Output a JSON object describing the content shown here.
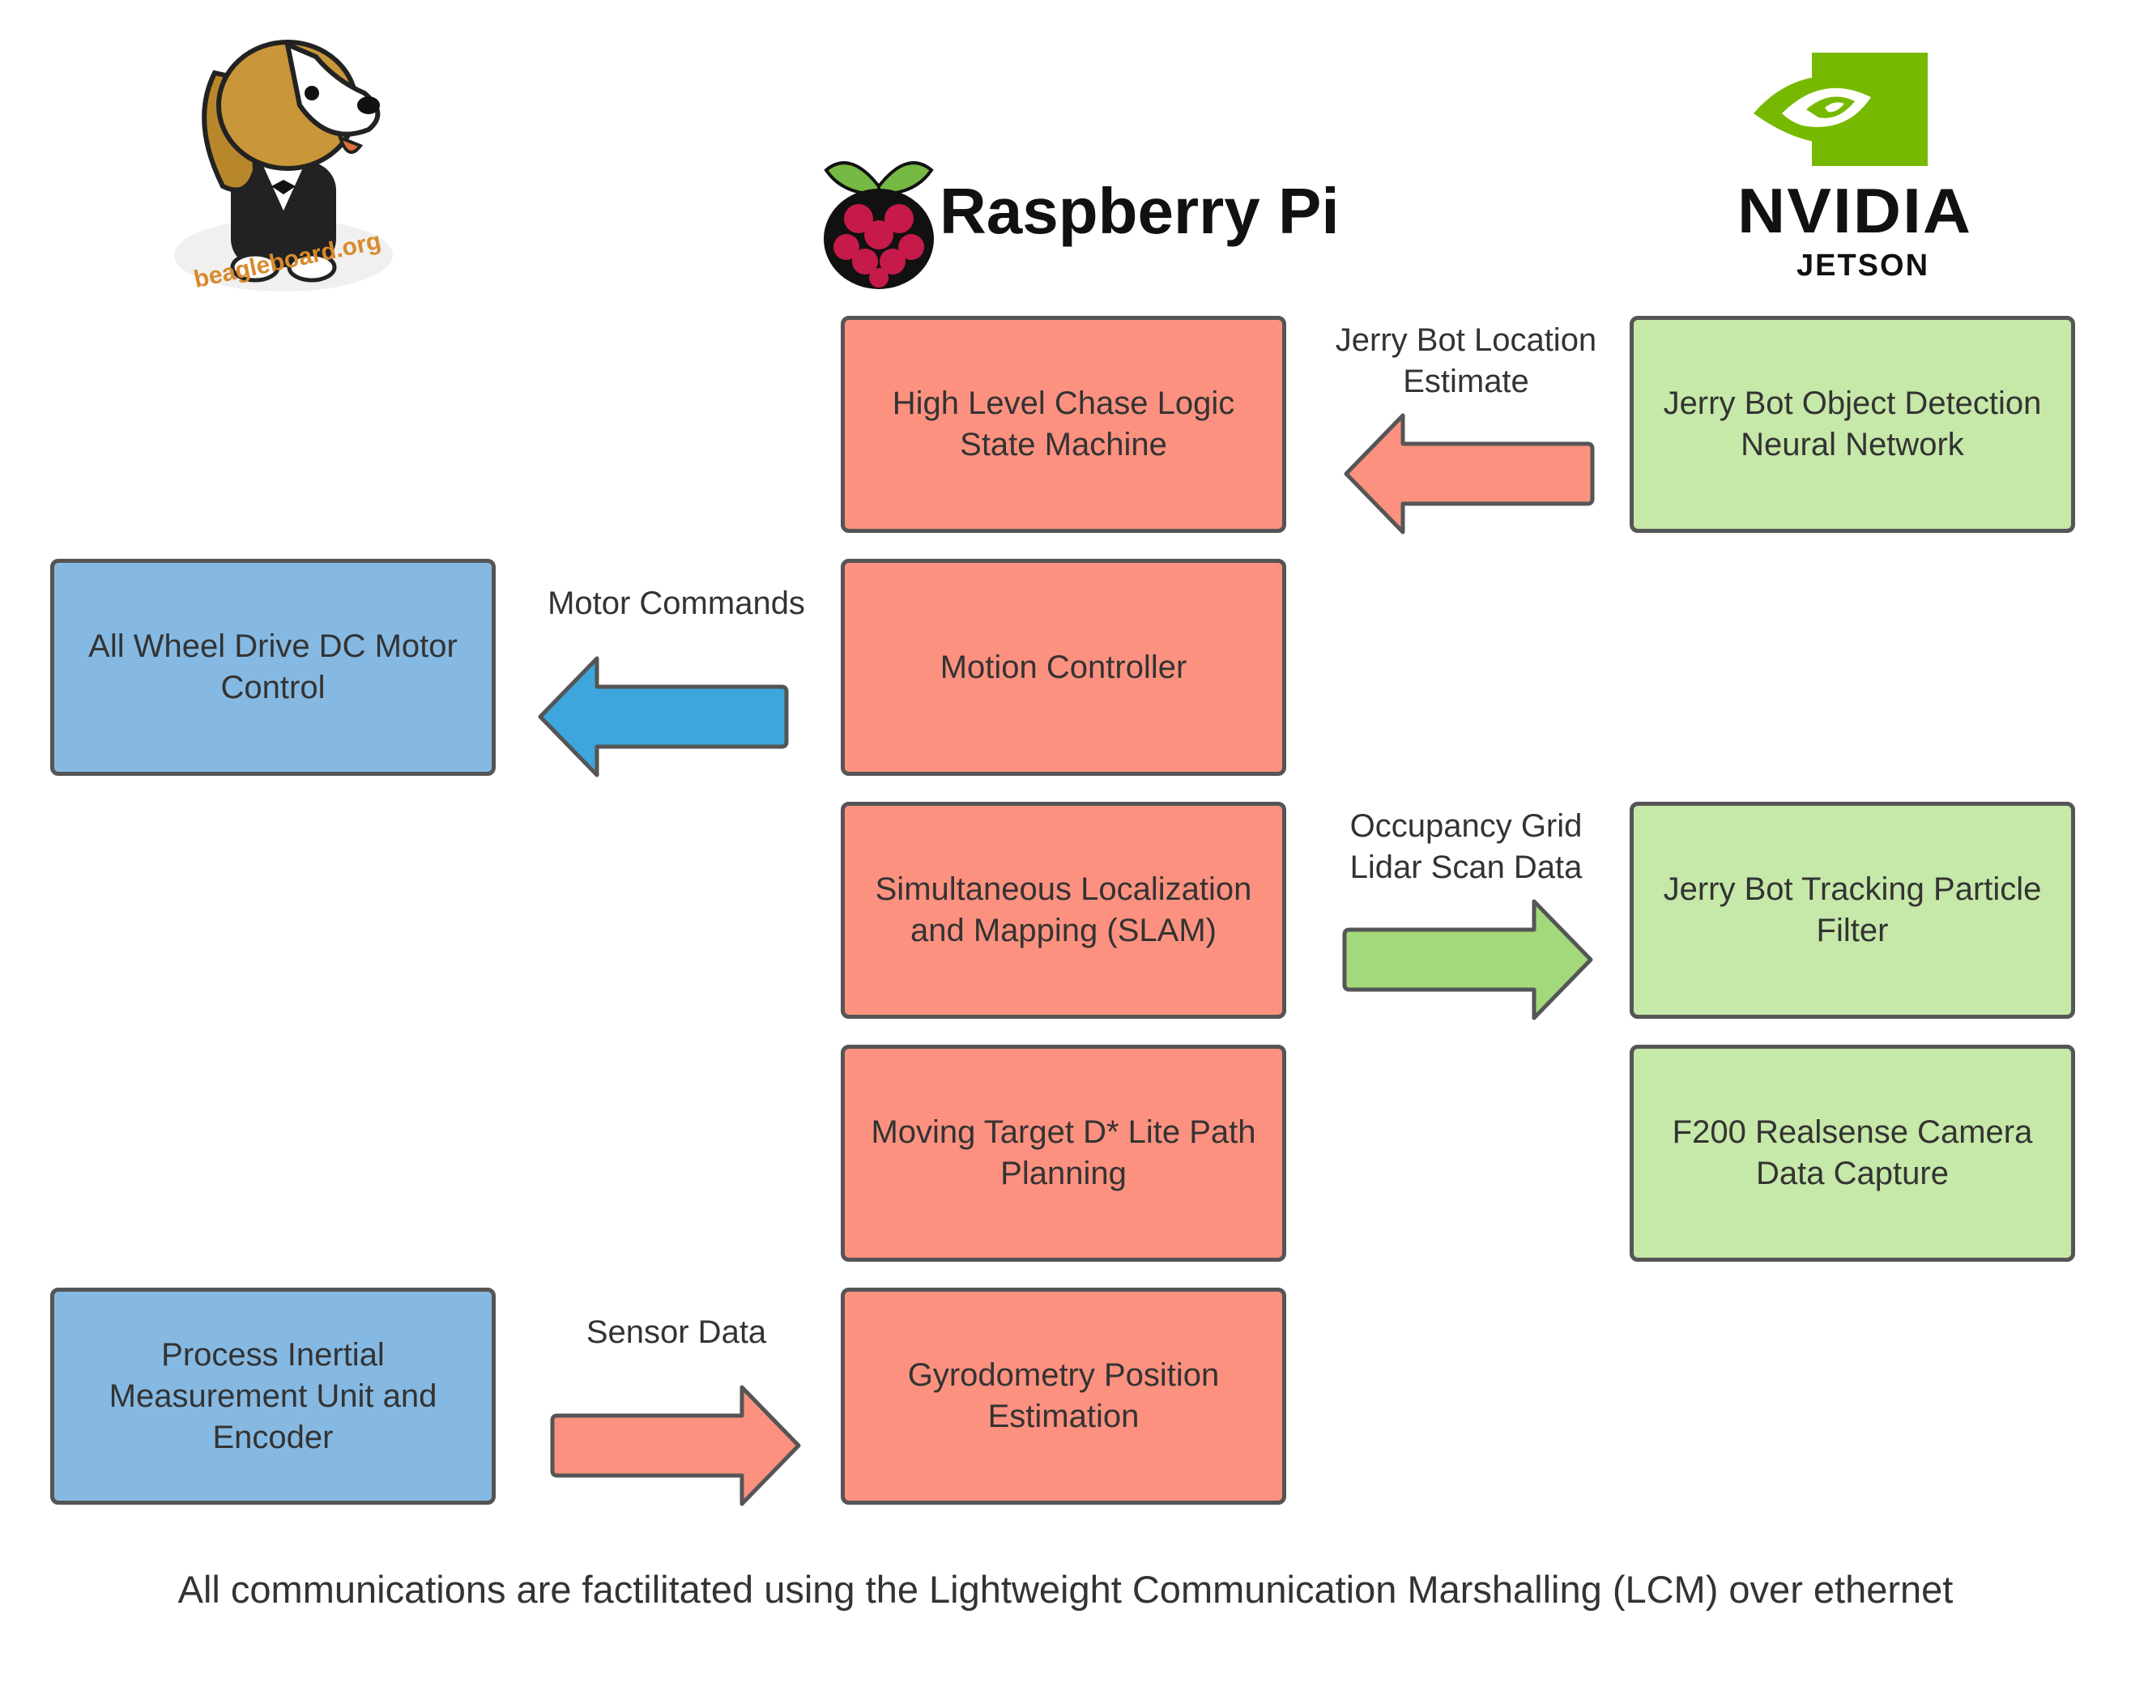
{
  "logos": {
    "beagleboard": {
      "text": "beagleboard.org"
    },
    "raspberry_pi": {
      "text": "Raspberry Pi"
    },
    "nvidia": {
      "brand": "NVIDIA",
      "sub": "JETSON"
    }
  },
  "colors": {
    "raspberry_box": "#fc9180",
    "jetson_box": "#c6e8a8",
    "beagle_box": "#86b9e2",
    "arrow_red": "#fc9180",
    "arrow_green": "#a4d97b",
    "arrow_blue": "#3ca6dd",
    "border": "#555555"
  },
  "boxes": {
    "chase_logic": "High Level Chase Logic\nState Machine",
    "motion_controller": "Motion Controller",
    "slam": "Simultaneous Localization\nand Mapping (SLAM)",
    "path_planning": "Moving Target D* Lite Path\nPlanning",
    "gyrodometry": "Gyrodometry Position\nEstimation",
    "object_detection": "Jerry Bot Object Detection\nNeural Network",
    "particle_filter": "Jerry Bot Tracking Particle\nFilter",
    "camera_capture": "F200 Realsense Camera\nData Capture",
    "motor_control": "All Wheel Drive DC Motor\nControl",
    "imu_encoder": "Process Inertial\nMeasurement Unit and\nEncoder"
  },
  "arrows": {
    "location_estimate": {
      "label": "Jerry Bot Location\nEstimate",
      "direction": "left"
    },
    "motor_commands": {
      "label": "Motor Commands",
      "direction": "left"
    },
    "occupancy_lidar": {
      "label": "Occupancy Grid\nLidar Scan Data",
      "direction": "right"
    },
    "sensor_data": {
      "label": "Sensor Data",
      "direction": "right"
    }
  },
  "footer": "All communications are factilitated using the Lightweight Communication Marshalling (LCM) over ethernet"
}
